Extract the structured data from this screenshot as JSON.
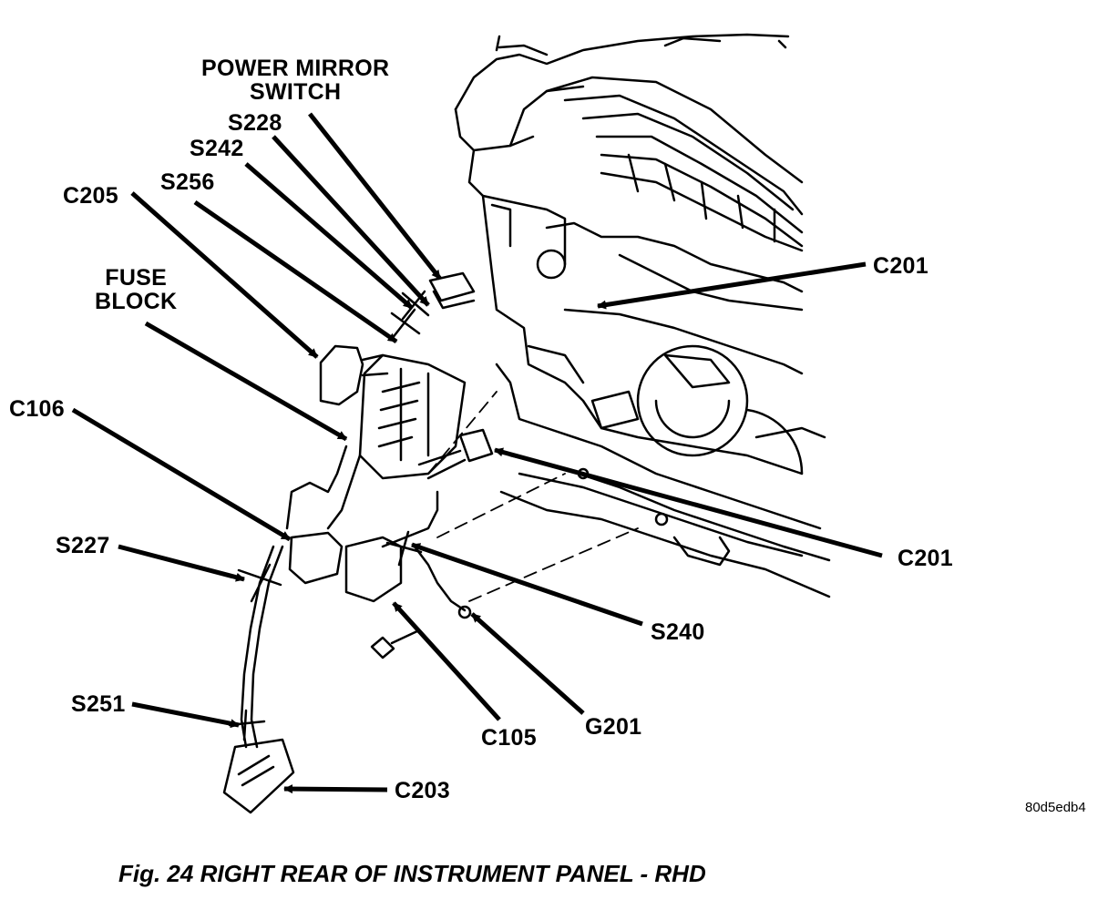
{
  "labels": {
    "power_mirror_switch_1": "POWER MIRROR",
    "power_mirror_switch_2": "SWITCH",
    "s228": "S228",
    "s242": "S242",
    "s256": "S256",
    "c205": "C205",
    "fuse_block_1": "FUSE",
    "fuse_block_2": "BLOCK",
    "c106": "C106",
    "s227": "S227",
    "s251": "S251",
    "c203": "C203",
    "c105": "C105",
    "g201": "G201",
    "s240": "S240",
    "c201_top": "C201",
    "c201_bottom": "C201"
  },
  "image_code": "80d5edb4",
  "caption": "Fig. 24 RIGHT REAR OF INSTRUMENT PANEL - RHD"
}
